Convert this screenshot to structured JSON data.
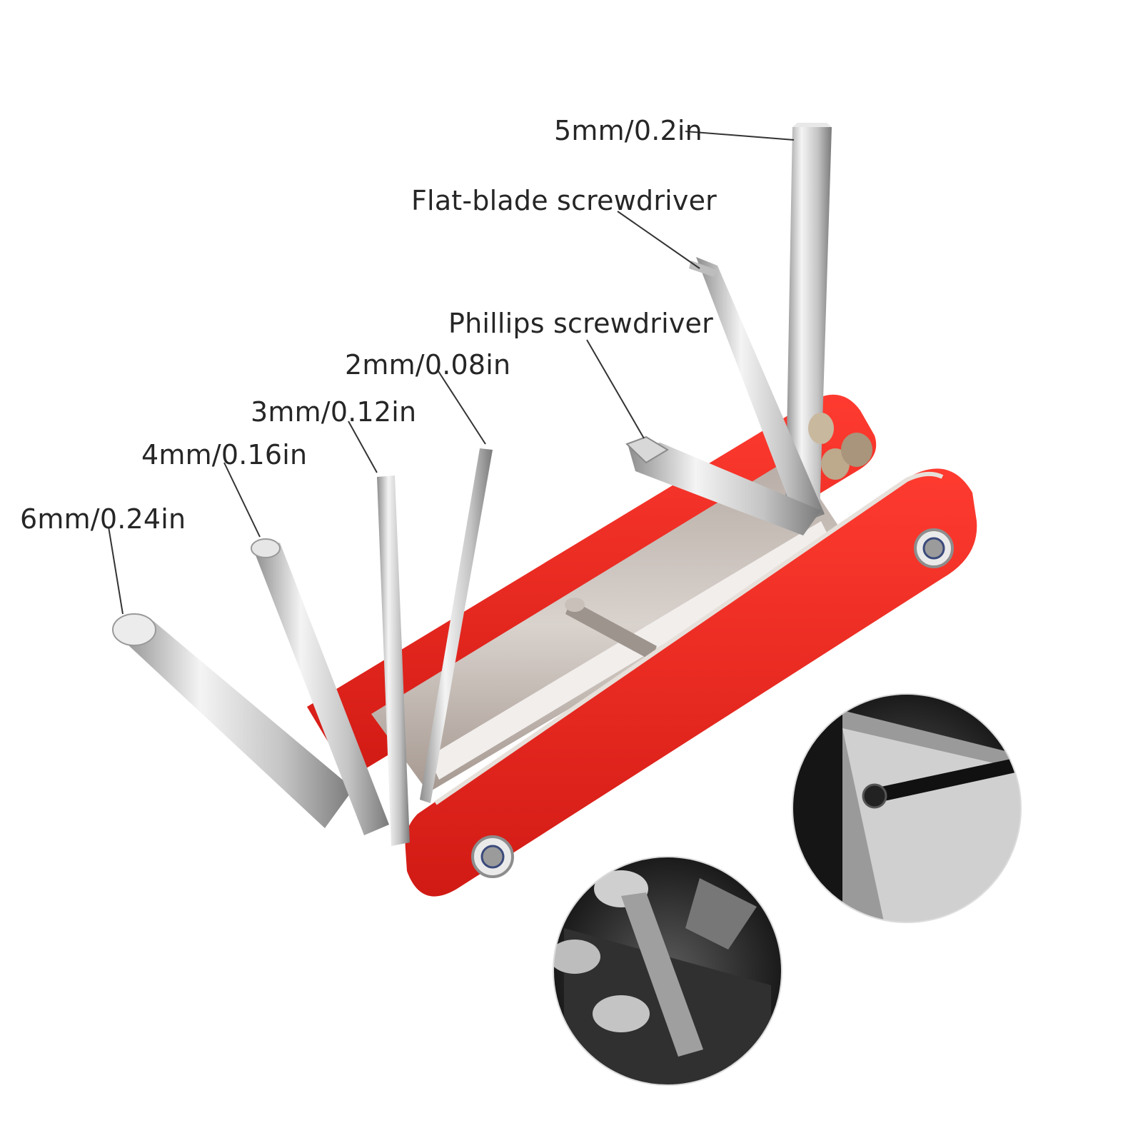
{
  "tool_labels": {
    "hex_5mm": "5mm/0.2in",
    "flat_blade": "Flat-blade screwdriver",
    "phillips": "Phillips screwdriver",
    "hex_2mm": "2mm/0.08in",
    "hex_3mm": "3mm/0.12in",
    "hex_4mm": "4mm/0.16in",
    "hex_6mm": "6mm/0.24in"
  },
  "colors": {
    "body_red": "#e8231e",
    "metal": "#cfcfcf",
    "leader_line": "#333333",
    "text": "#262626"
  }
}
